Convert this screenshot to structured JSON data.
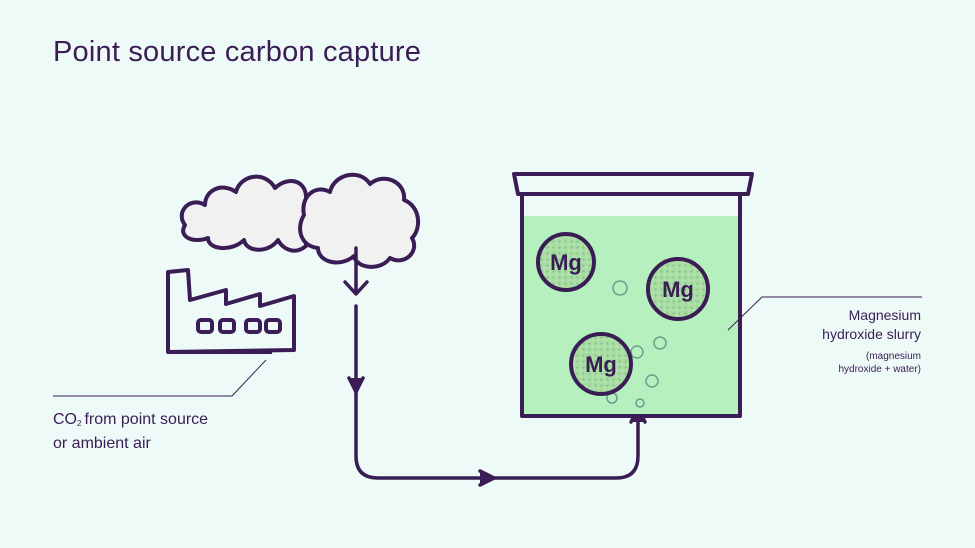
{
  "title": "Point source carbon capture",
  "labels": {
    "co2_prefix": "CO",
    "co2_subscript": "2",
    "co2_line1": "from point source",
    "co2_line2": "or ambient air",
    "slurry_line1": "Magnesium",
    "slurry_line2": "hydroxide slurry",
    "slurry_note_line1": "(magnesium",
    "slurry_note_line2": "hydroxide + water)"
  },
  "particles": [
    {
      "symbol": "Mg"
    },
    {
      "symbol": "Mg"
    },
    {
      "symbol": "Mg"
    }
  ],
  "colors": {
    "background": "#eefaf8",
    "ink": "#3a1d55",
    "slurry": "#b7f0bf",
    "cloud": "#f1f1f1",
    "particle": "#9fd99a"
  }
}
